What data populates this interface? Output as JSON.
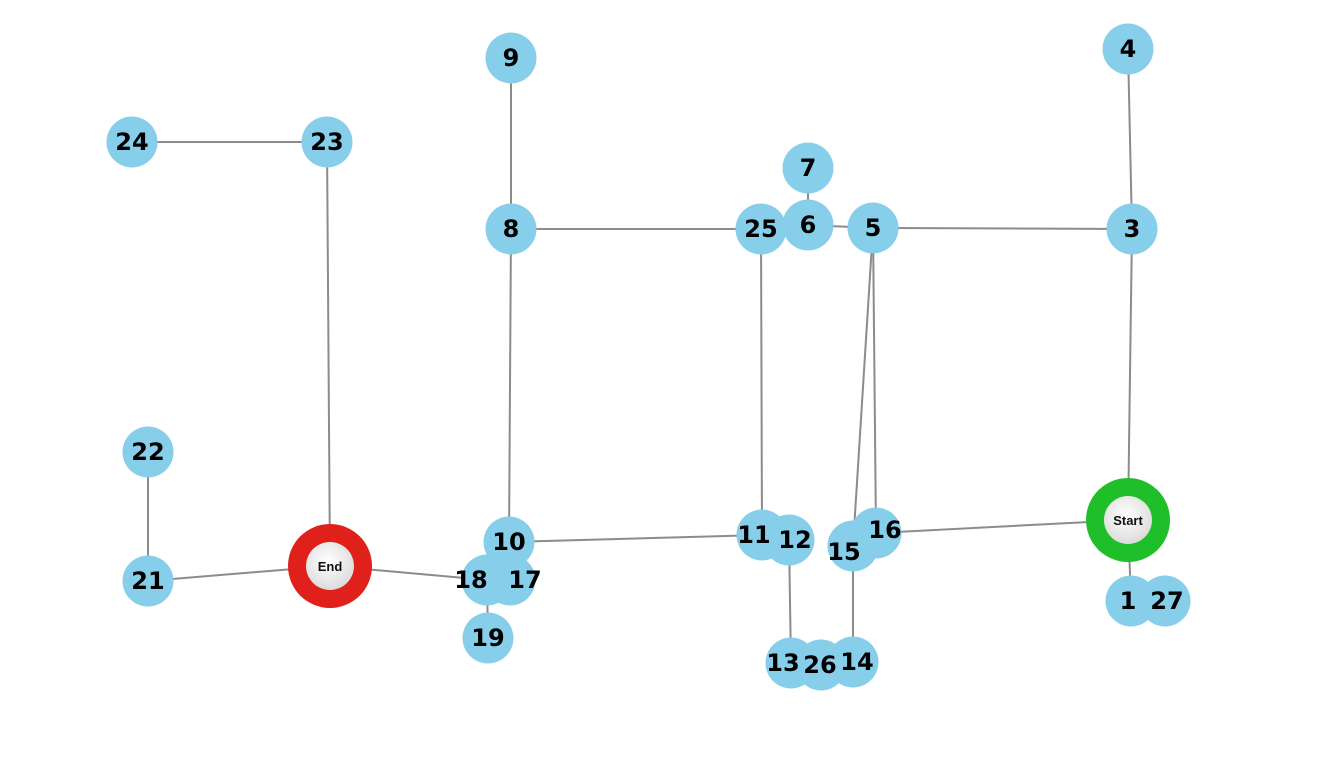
{
  "graph": {
    "node_color": "#87ceeb",
    "edge_color": "#8c8c8c",
    "start": {
      "label": "Start",
      "color": "#1fbf2a"
    },
    "end": {
      "label": "End",
      "color": "#e0201a"
    },
    "nodes": [
      "1",
      "3",
      "4",
      "5",
      "6",
      "7",
      "8",
      "9",
      "10",
      "11",
      "12",
      "13",
      "14",
      "15",
      "16",
      "17",
      "18",
      "19",
      "21",
      "22",
      "23",
      "24",
      "25",
      "26",
      "27"
    ],
    "edges": [
      [
        "24",
        "23"
      ],
      [
        "23",
        "End"
      ],
      [
        "9",
        "8"
      ],
      [
        "8",
        "25"
      ],
      [
        "25",
        "11"
      ],
      [
        "7",
        "6"
      ],
      [
        "6",
        "5"
      ],
      [
        "5",
        "3"
      ],
      [
        "4",
        "3"
      ],
      [
        "3",
        "Start"
      ],
      [
        "5",
        "15"
      ],
      [
        "5",
        "16"
      ],
      [
        "16",
        "Start"
      ],
      [
        "10",
        "11"
      ],
      [
        "8",
        "10"
      ],
      [
        "12",
        "13"
      ],
      [
        "15",
        "14"
      ],
      [
        "22",
        "21"
      ],
      [
        "21",
        "End"
      ],
      [
        "End",
        "18"
      ],
      [
        "18",
        "19"
      ],
      [
        "Start",
        "1"
      ]
    ]
  }
}
